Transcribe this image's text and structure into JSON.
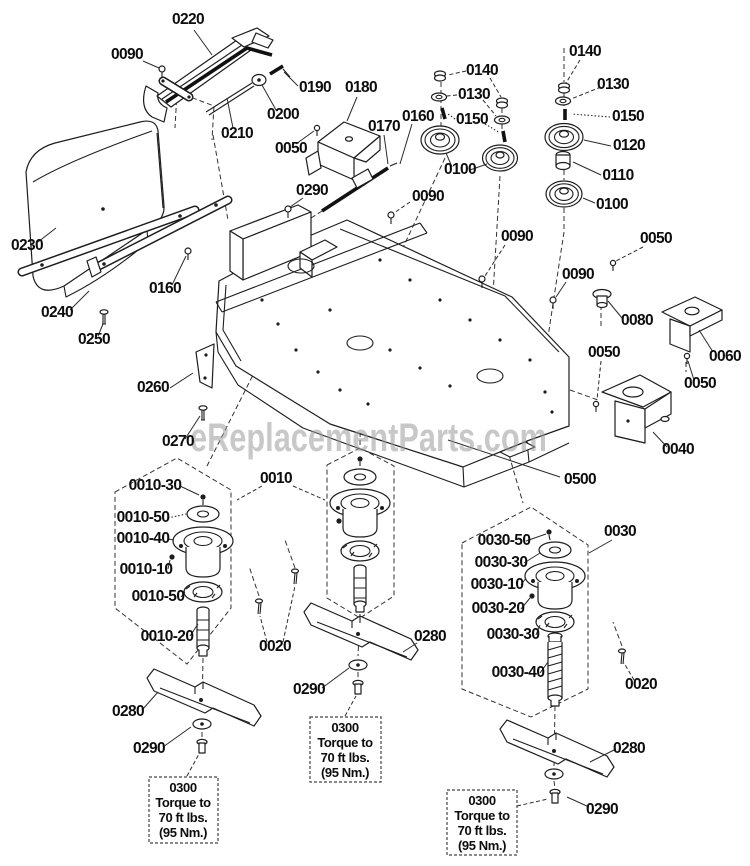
{
  "watermark": "eReplacementParts.com",
  "torque_note": {
    "part": "0300",
    "line1": "Torque to",
    "line2": "70 ft lbs.",
    "line3": "(95 Nm.)"
  },
  "labels": [
    "0220",
    "0090",
    "0190",
    "0200",
    "0210",
    "0180",
    "0170",
    "0160",
    "0050",
    "0140",
    "0130",
    "0150",
    "0100",
    "0140",
    "0130",
    "0150",
    "0120",
    "0110",
    "0100",
    "0290",
    "0090",
    "0230",
    "0160",
    "0240",
    "0250",
    "0090",
    "0050",
    "0090",
    "0080",
    "0050",
    "0060",
    "0050",
    "0040",
    "0260",
    "0270",
    "0500",
    "0010-30",
    "0010",
    "0010-50",
    "0010-40",
    "0010-10",
    "0010-50",
    "0010-20",
    "0020",
    "0030-50",
    "0030-30",
    "0030-10",
    "0030-20",
    "0030-30",
    "0030-40",
    "0030",
    "0020",
    "0280",
    "0290",
    "0280",
    "0290",
    "0280",
    "0290"
  ]
}
